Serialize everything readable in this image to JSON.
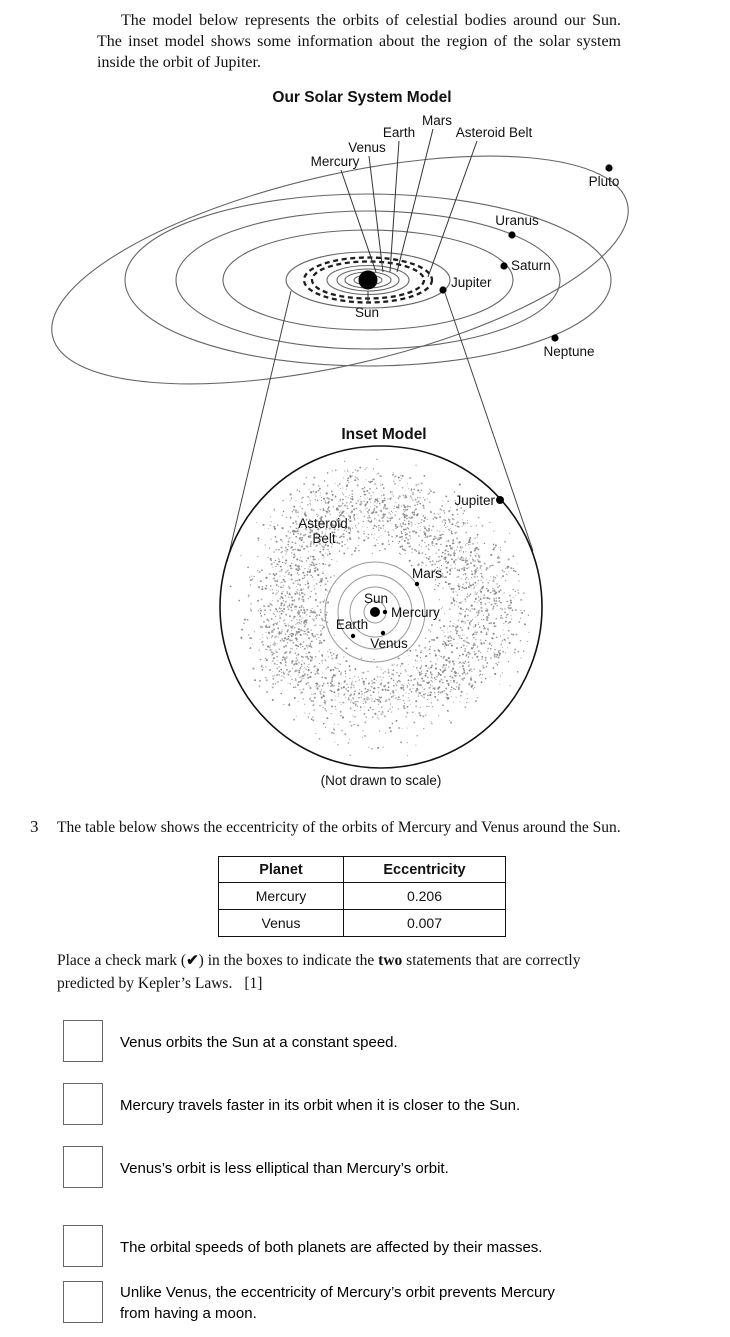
{
  "intro": {
    "line1": "The model below represents the orbits of celestial bodies around our Sun.",
    "line2": "The inset model shows some information about the region of the solar system",
    "line3": "inside the orbit of Jupiter."
  },
  "solar_model": {
    "title": "Our Solar System Model",
    "labels": {
      "mercury": "Mercury",
      "venus": "Venus",
      "earth": "Earth",
      "mars": "Mars",
      "asteroid_belt": "Asteroid Belt",
      "jupiter": "Jupiter",
      "saturn": "Saturn",
      "uranus": "Uranus",
      "neptune": "Neptune",
      "pluto": "Pluto",
      "sun": "Sun"
    }
  },
  "inset_model": {
    "title": "Inset Model",
    "labels": {
      "jupiter": "Jupiter",
      "asteroid": "Asteroid",
      "belt": "Belt",
      "mars": "Mars",
      "sun": "Sun",
      "mercury": "Mercury",
      "earth": "Earth",
      "venus": "Venus"
    },
    "caption": "(Not drawn to scale)"
  },
  "question": {
    "number": "3",
    "text": "The table below shows the eccentricity of the orbits of Mercury and Venus around the Sun.",
    "table": {
      "headers": [
        "Planet",
        "Eccentricity"
      ],
      "rows": [
        [
          "Mercury",
          "0.206"
        ],
        [
          "Venus",
          "0.007"
        ]
      ]
    },
    "instruction": {
      "part1": "Place a check mark (",
      "check": "✔",
      "part2": ") in the boxes to indicate the ",
      "bold": "two",
      "part3": " statements that are correctly",
      "line2": "predicted by Kepler’s Laws.",
      "points": "[1]"
    },
    "checkboxes": [
      {
        "text": "Venus orbits the Sun at a constant speed."
      },
      {
        "text": "Mercury travels faster in its orbit when it is closer to the Sun."
      },
      {
        "text": "Venus’s orbit is less elliptical than Mercury’s orbit."
      },
      {
        "text": "The orbital speeds of both planets are affected by their masses."
      },
      {
        "text": "Unlike Venus, the eccentricity of Mercury’s orbit prevents Mercury",
        "text2": "from having a moon."
      }
    ]
  },
  "colors": {
    "ink": "#111111",
    "orbit_stroke": "#666666",
    "checkbox_border": "#666666"
  }
}
